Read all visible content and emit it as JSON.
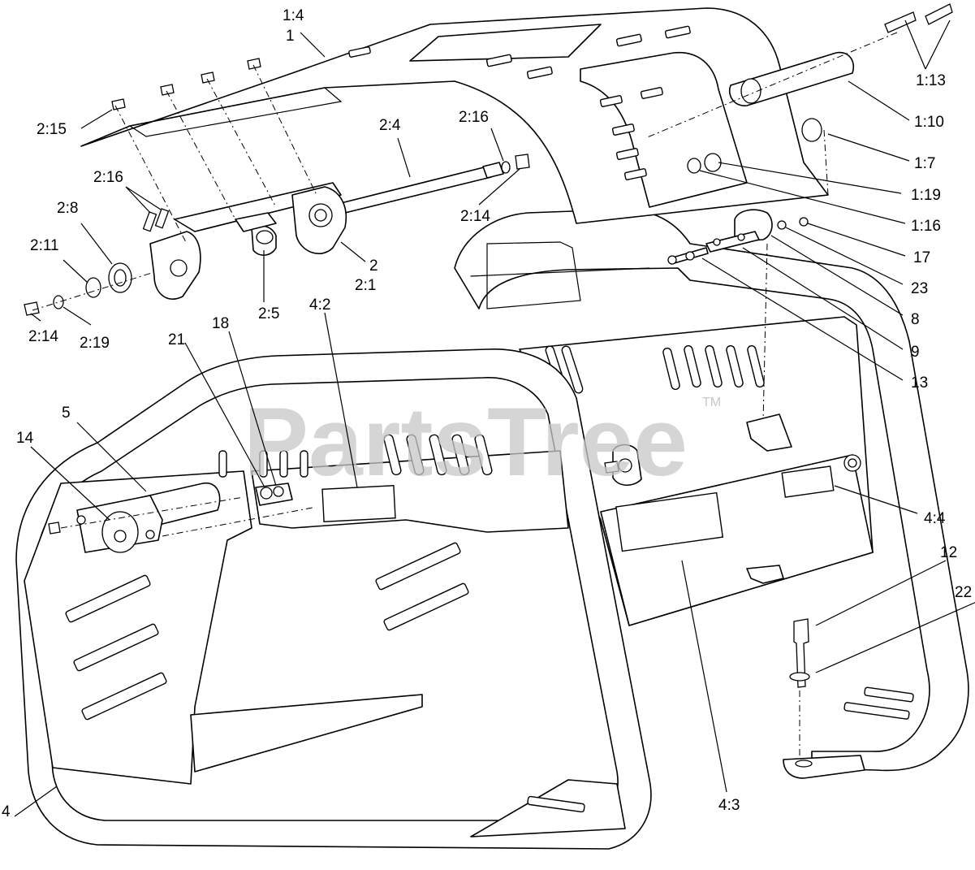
{
  "watermark": {
    "text": "PartsTree",
    "trademark": "TM"
  },
  "callouts": {
    "c_1_4": "1:4",
    "c_1": "1",
    "c_1_13": "1:13",
    "c_1_10": "1:10",
    "c_1_7": "1:7",
    "c_1_19": "1:19",
    "c_1_16": "1:16",
    "c_17": "17",
    "c_23": "23",
    "c_8": "8",
    "c_9": "9",
    "c_13": "13",
    "c_2_15": "2:15",
    "c_2_16a": "2:16",
    "c_2_16b": "2:16",
    "c_2_4": "2:4",
    "c_2_14a": "2:14",
    "c_2_14b": "2:14",
    "c_2_8": "2:8",
    "c_2_11": "2:11",
    "c_2_19": "2:19",
    "c_2_5": "2:5",
    "c_2": "2",
    "c_2_1": "2:1",
    "c_21": "21",
    "c_18": "18",
    "c_4_2": "4:2",
    "c_5": "5",
    "c_14": "14",
    "c_4_4": "4:4",
    "c_12": "12",
    "c_22": "22",
    "c_4_3": "4:3",
    "c_4": "4"
  }
}
